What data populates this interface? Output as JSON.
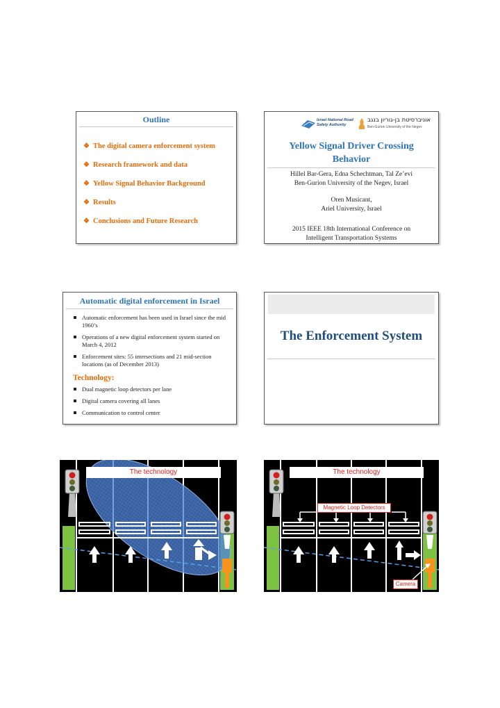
{
  "slide1": {
    "title": "Outline",
    "items": [
      {
        "text": "The digital camera enforcement system"
      },
      {
        "text": "Research framework and data"
      },
      {
        "text": "Yellow Signal Behavior Background"
      },
      {
        "text": "Results"
      },
      {
        "text": "Conclusions and Future Research"
      }
    ],
    "bullet_glyph": "❖"
  },
  "slide2": {
    "logo_left_text": "Israel National Road Safety Authority",
    "logo_right_hebrew": "אוניברסיטת בן-גוריון בנגב",
    "logo_right_english": "Ben-Gurion University of the Negev",
    "title_line1": "Yellow Signal Driver Crossing",
    "title_line2": "Behavior",
    "authors": "Hillel Bar-Gera, Edna Schechtman, Tal Ze’evi",
    "affiliation1": "Ben-Gurion University of the Negev, Israel",
    "author2": "Oren Musicant,",
    "affiliation2": "Ariel University, Israel",
    "conf_line1": "2015 IEEE 18th International Conference on",
    "conf_line2": "Intelligent Transportation Systems"
  },
  "slide3": {
    "title": "Automatic digital enforcement in Israel",
    "bullets": [
      "Automatic enforcement has been used in Israel since the mid 1960’s",
      "Operations of a new digital enforcement system started on March 4, 2012",
      "Enforcement sites: 55 intersections and 21 mid-section locations (as of December 2013)"
    ],
    "tech_heading": "Technology:",
    "tech_bullets": [
      "Dual magnetic loop detectors per lane",
      "Digital camera covering all lanes",
      "Communication to control center"
    ]
  },
  "slide4": {
    "title": "The Enforcement System"
  },
  "slide5": {
    "banner": "The technology"
  },
  "slide6": {
    "banner": "The technology",
    "loops_label": "Magnetic Loop Detectors",
    "camera_label": "Camera"
  },
  "colors": {
    "title_blue": "#2e74b5",
    "bullet_orange": "#e46c0a",
    "grass_green": "#7dc242",
    "camera_orange": "#f7941d",
    "label_red": "#e02020"
  }
}
